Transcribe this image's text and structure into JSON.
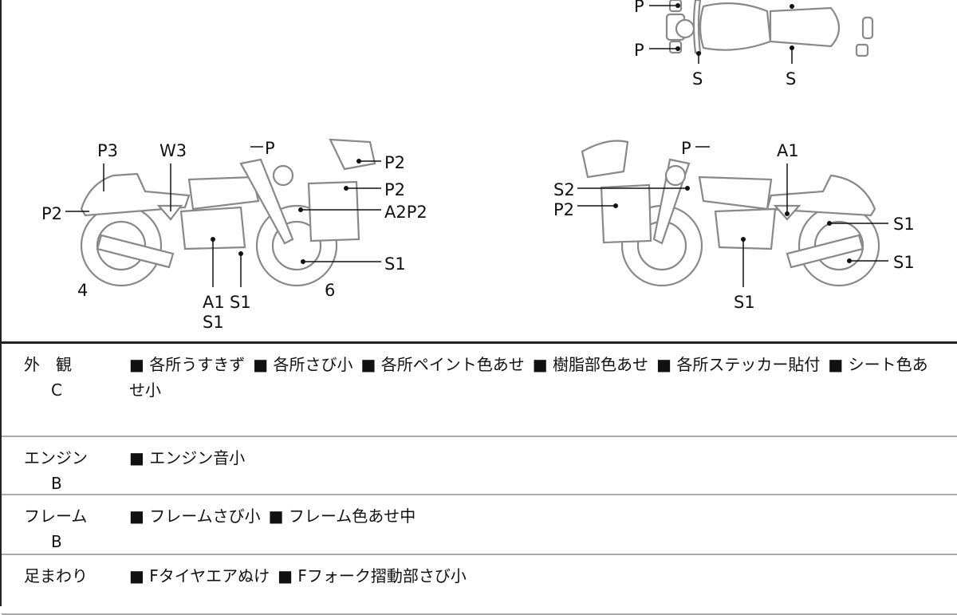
{
  "diagram": {
    "top_view": {
      "labels": [
        "P",
        "P",
        "S",
        "S"
      ]
    },
    "left_side": {
      "labels": [
        "P3",
        "W3",
        "P",
        "P2",
        "P2",
        "A2P2",
        "P2",
        "S1",
        "4",
        "6",
        "A1",
        "S1",
        "S1"
      ]
    },
    "right_side": {
      "labels": [
        "P",
        "A1",
        "S2",
        "P2",
        "S1",
        "S1",
        "S1"
      ]
    }
  },
  "inspection": [
    {
      "category": "外　観",
      "grade": "C",
      "items": [
        "■ 各所うすきず",
        "■ 各所さび小",
        "■ 各所ペイント色あせ",
        "■ 樹脂部色あせ",
        "■ 各所ステッカー貼付",
        "■ シート色あせ小"
      ]
    },
    {
      "category": "エンジン",
      "grade": "B",
      "items": [
        "■ エンジン音小"
      ]
    },
    {
      "category": "フレーム",
      "grade": "B",
      "items": [
        "■ フレームさび小",
        "■ フレーム色あせ中"
      ]
    },
    {
      "category": "足まわり",
      "grade": "",
      "items": [
        "■ Fタイヤエアぬけ",
        "■ Fフォーク摺動部さび小"
      ]
    }
  ]
}
